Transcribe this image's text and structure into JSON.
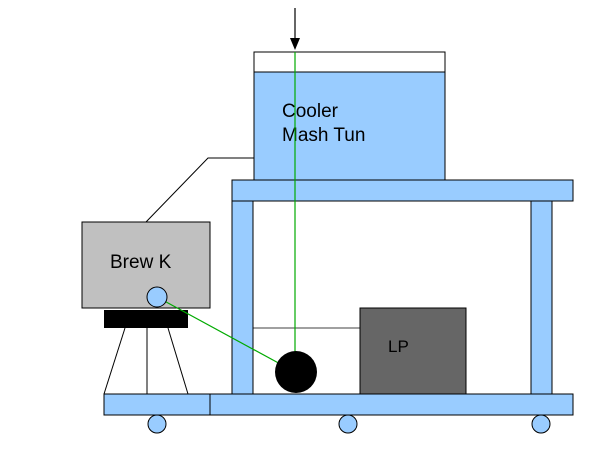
{
  "labels": {
    "mash_tun_line1": "Cooler",
    "mash_tun_line2": "Mash Tun",
    "brew_kettle": "Brew K",
    "burner": "LP"
  },
  "colors": {
    "frame_blue": "#99ccff",
    "burner_gray": "#666666",
    "kettle_gray": "#c0c0c0",
    "pump_black": "#000000",
    "tube_green": "#00aa00",
    "outline": "#000000"
  }
}
